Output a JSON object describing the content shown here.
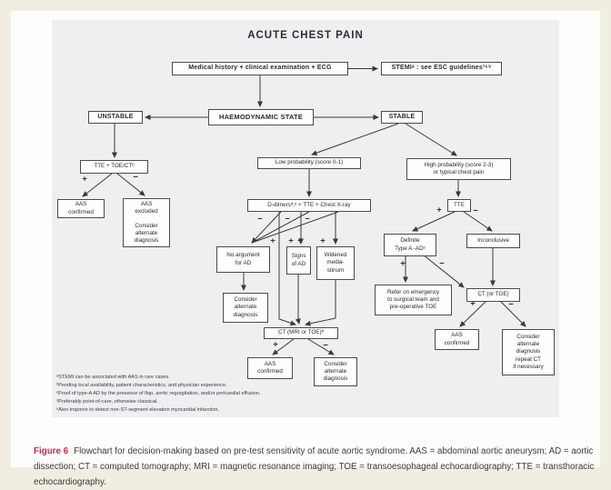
{
  "sym": {
    "plus": "+",
    "minus": "−"
  },
  "figure": {
    "title": "ACUTE CHEST PAIN",
    "nodes": {
      "medical_history": "Medical history + clinical examination + ECG",
      "stemi": "STEMIᵃ : see ESC guidelines¹⁶⁹",
      "haemodynamic": "HAEMODYNAMIC STATE",
      "unstable": "UNSTABLE",
      "stable": "STABLE",
      "tte_toe_ct": "TTE + TOE/CTᵇ",
      "aas_confirmed_left": "AAS\nconfirmed",
      "aas_excluded": "AAS\nexcluded\n\nConsider\nalternate\ndiagnosis",
      "low_probability": "Low probability (score 0-1)",
      "high_probability": "High probability (score 2-3)\nor typical chest pain",
      "d_dimers": "D-dimersᵈ,ᵉ + TTE + Chest X-ray",
      "no_argument": "No argument\nfor AD",
      "signs_of_ad": "Signs\nof AD",
      "widened_mediastinum": "Widened\nmedia-\nstinum",
      "consider_alternate_mid": "Consider\nalternate\ndiagnosis",
      "ct_mri_or_toe": "CT (MRI or TOE)ᵇ",
      "aas_confirmed_mid": "AAS\nconfirmed",
      "consider_alternate_bottom": "Consider\nalternate\ndiagnosis",
      "tte": "TTE",
      "definite_type_a_ad": "Definite\nType A -ADᶜ",
      "inconclusive": "Inconclusive",
      "refer_emergency": "Refer on emergency\nto surgical team and\npre-operative TOE",
      "ct_or_toe": "CT (or TOE)",
      "aas_confirmed_right": "AAS\nconfirmed",
      "consider_alternate_right": "Consider\nalternate\ndiagnosis\nrepeat CT\nif necessary"
    },
    "footnotes": [
      "ᵃSTEMI can be associated with AAS in rare cases.",
      "ᵇPending local availability, patient characteristics, and physician experience.",
      "ᶜProof of type-A AD by the presence of flap, aortic regurgitation, and/or pericardial effusion.",
      "ᵈPreferably point-of-care, otherwise classical.",
      "ᵉAlso troponin to detect non-ST-segment elevation myocardial infarction."
    ]
  },
  "caption": {
    "label": "Figure 6",
    "text": "Flowchart for decision-making based on pre-test sensitivity of acute aortic syndrome. AAS = abdominal aortic aneurysm; AD = aortic dissection; CT = computed tomography; MRI = magnetic resonance imaging; TOE = transoesophageal echocardiography; TTE = transthoracic echocardiography."
  },
  "colors": {
    "accent_red": "#c62a4d",
    "panel_gray": "#edeff0",
    "page_cream": "#f0eee1"
  }
}
